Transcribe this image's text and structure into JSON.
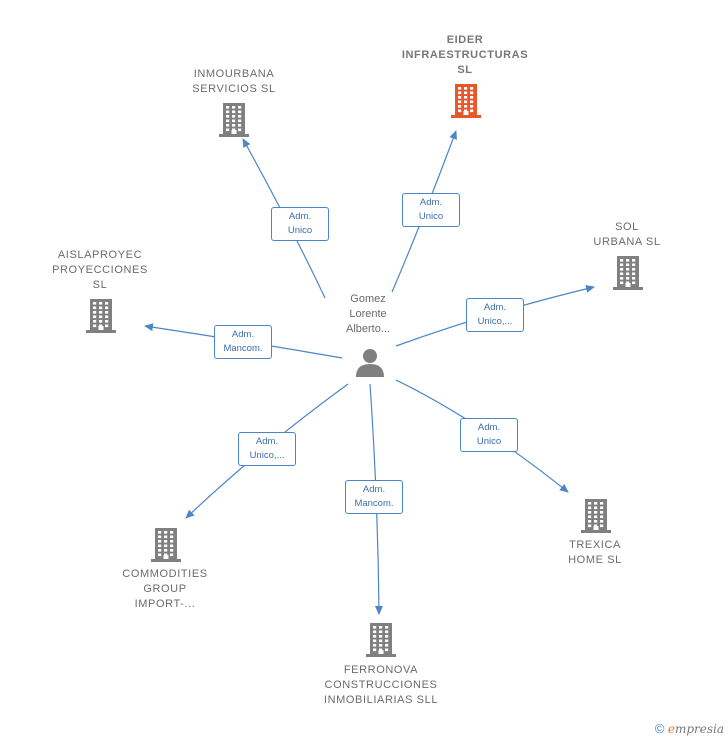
{
  "center": {
    "name": "Gomez\nLorente\nAlberto...",
    "icon": "person-icon"
  },
  "companies": [
    {
      "id": "inmourbana",
      "name": "INMOURBANA\nSERVICIOS SL",
      "highlight": false,
      "icon": "building-icon",
      "role": "Adm.\nUnico"
    },
    {
      "id": "eider",
      "name": "EIDER\nINFRAESTRUCTURAS\nSL",
      "highlight": true,
      "icon": "building-icon",
      "role": "Adm.\nUnico"
    },
    {
      "id": "sol",
      "name": "SOL\nURBANA SL",
      "highlight": false,
      "icon": "building-icon",
      "role": "Adm.\nUnico,..."
    },
    {
      "id": "aislaproyec",
      "name": "AISLAPROYEC\nPROYECCIONES\nSL",
      "highlight": false,
      "icon": "building-icon",
      "role": "Adm.\nMancom."
    },
    {
      "id": "trexica",
      "name": "TREXICA\nHOME SL",
      "highlight": false,
      "icon": "building-icon",
      "role": "Adm.\nUnico"
    },
    {
      "id": "commodities",
      "name": "COMMODITIES\nGROUP\nIMPORT-...",
      "highlight": false,
      "icon": "building-icon",
      "role": "Adm.\nUnico,..."
    },
    {
      "id": "ferronova",
      "name": "FERRONOVA\nCONSTRUCCIONES\nINMOBILIARIAS SLL",
      "highlight": false,
      "icon": "building-icon",
      "role": "Adm.\nMancom."
    }
  ],
  "colors": {
    "edge": "#4a86c8",
    "building": "#808080",
    "building_highlight": "#e8572b",
    "person": "#808080"
  },
  "footer": {
    "copyright": "©",
    "brand_first": "e",
    "brand_rest": "mpresia"
  }
}
